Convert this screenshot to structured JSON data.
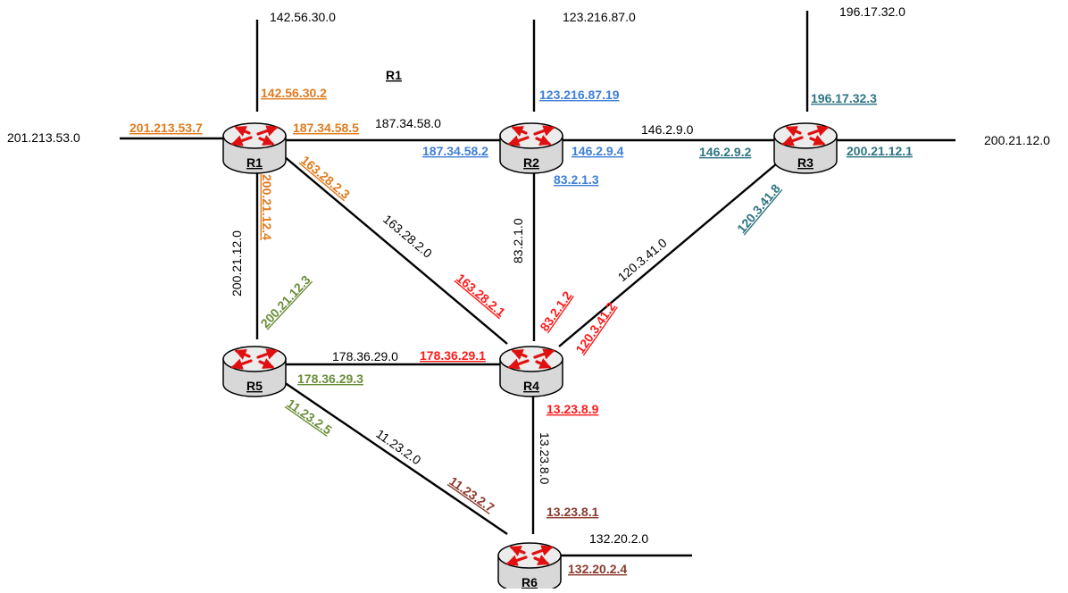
{
  "title": "R1",
  "colors": {
    "R1": "#e07b1f",
    "R2": "#3f7fd6",
    "R3": "#2e7583",
    "R4": "#ff1a1a",
    "R5": "#6b8e3a",
    "R6": "#8b3a2e",
    "router_arrow": "#e01010",
    "router_body": "#d8d8d8"
  },
  "routers": [
    {
      "id": "R1",
      "label": "R1"
    },
    {
      "id": "R2",
      "label": "R2"
    },
    {
      "id": "R3",
      "label": "R3"
    },
    {
      "id": "R4",
      "label": "R4"
    },
    {
      "id": "R5",
      "label": "R5"
    },
    {
      "id": "R6",
      "label": "R6"
    }
  ],
  "networks": {
    "n142": "142.56.30.0",
    "n123": "123.216.87.0",
    "n196": "196.17.32.0",
    "n201": "201.213.53.0",
    "n200r3": "200.21.12.0",
    "n187": "187.34.58.0",
    "n146": "146.2.9.0",
    "n200r1": "200.21.12.0",
    "n163": "163.28.2.0",
    "n83": "83.2.1.0",
    "n120": "120.3.41.0",
    "n178": "178.36.29.0",
    "n11": "11.23.2.0",
    "n13": "13.23.8.0",
    "n132": "132.20.2.0"
  },
  "interfaces": {
    "r1_142": "142.56.30.2",
    "r1_201": "201.213.53.7",
    "r1_187": "187.34.58.5",
    "r1_163": "163.28.2.3",
    "r1_200": "200.21.12.4",
    "r2_123": "123.216.87.19",
    "r2_187": "187.34.58.2",
    "r2_146": "146.2.9.4",
    "r2_83": "83.2.1.3",
    "r3_196": "196.17.32.3",
    "r3_146": "146.2.9.2",
    "r3_200": "200.21.12.1",
    "r3_120": "120.3.41.8",
    "r4_163": "163.28.2.1",
    "r4_83": "83.2.1.2",
    "r4_120": "120.3.41.2",
    "r4_178": "178.36.29.1",
    "r4_13": "13.23.8.9",
    "r5_200": "200.21.12.3",
    "r5_178": "178.36.29.3",
    "r5_11": "11.23.2.5",
    "r6_11": "11.23.2.7",
    "r6_13": "13.23.8.1",
    "r6_132": "132.20.2.4"
  }
}
